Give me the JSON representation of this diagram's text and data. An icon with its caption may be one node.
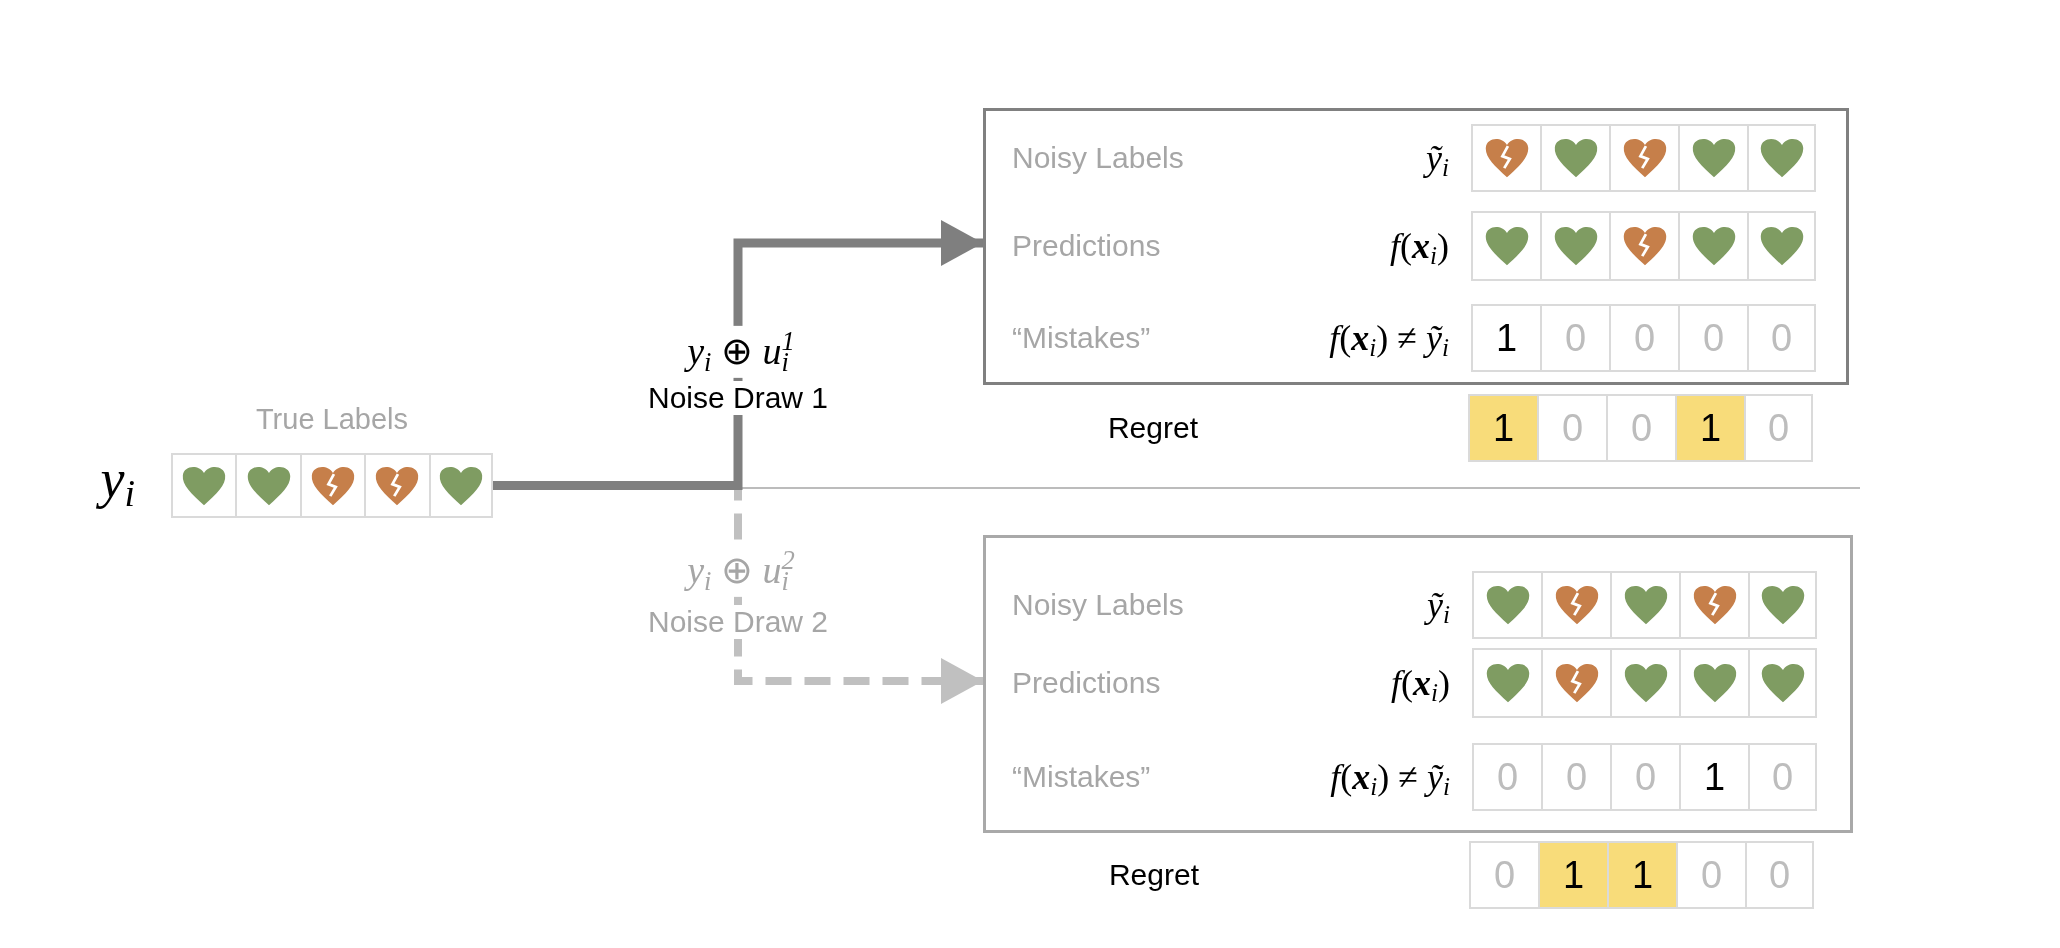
{
  "diagram": {
    "nodes": [
      {
        "text": [
          "True Labels"
        ],
        "beside": [
          "*y*$_{i}$"
        ]
      },
      {
        "text": [],
        "shape": "heart",
        "in": 0
      },
      {
        "text": [],
        "shape": "heart",
        "in": 0
      },
      {
        "text": [],
        "shape": "broken-heart",
        "in": 0
      },
      {
        "text": [],
        "shape": "broken-heart",
        "in": 0
      },
      {
        "text": [],
        "shape": "heart",
        "in": 0
      },
      {
        "text": [
          "Noisy Labels",
          "Predictions",
          "“Mistakes”"
        ]
      },
      {
        "text": [
          "*ỹ*$_{i}$"
        ],
        "in": 6
      },
      {
        "text": [],
        "shape": "broken-heart",
        "in": 7
      },
      {
        "text": [],
        "shape": "heart",
        "in": 7
      },
      {
        "text": [],
        "shape": "broken-heart",
        "in": 7
      },
      {
        "text": [],
        "shape": "heart",
        "in": 7
      },
      {
        "text": [],
        "shape": "heart",
        "in": 7
      },
      {
        "text": [
          "*f*(**x**$_{i}$)"
        ],
        "in": 6
      },
      {
        "text": [],
        "shape": "heart",
        "in": 13
      },
      {
        "text": [],
        "shape": "heart",
        "in": 13
      },
      {
        "text": [],
        "shape": "broken-heart",
        "in": 13
      },
      {
        "text": [],
        "shape": "heart",
        "in": 13
      },
      {
        "text": [],
        "shape": "heart",
        "in": 13
      },
      {
        "text": [
          "*f*(**x**$_{i}$) ≠ *ỹ*$_{i}$"
        ],
        "in": 6
      },
      {
        "text": [
          "1"
        ],
        "in": 19
      },
      {
        "text": [
          "0"
        ],
        "in": 19
      },
      {
        "text": [
          "0"
        ],
        "in": 19
      },
      {
        "text": [
          "0"
        ],
        "in": 19
      },
      {
        "text": [
          "0"
        ],
        "in": 19
      },
      {
        "text": [
          "Regret"
        ]
      },
      {
        "text": [
          "1"
        ],
        "in": 25
      },
      {
        "text": [
          "0"
        ],
        "in": 25
      },
      {
        "text": [
          "0"
        ],
        "in": 25
      },
      {
        "text": [
          "1"
        ],
        "in": 25
      },
      {
        "text": [
          "0"
        ],
        "in": 25
      },
      {
        "text": [
          "Noisy Labels",
          "Predictions",
          "“Mistakes”"
        ]
      },
      {
        "text": [
          "*ỹ*$_{i}$"
        ],
        "in": 31
      },
      {
        "text": [],
        "shape": "heart",
        "in": 32
      },
      {
        "text": [],
        "shape": "broken-heart",
        "in": 32
      },
      {
        "text": [],
        "shape": "heart",
        "in": 32
      },
      {
        "text": [],
        "shape": "broken-heart",
        "in": 32
      },
      {
        "text": [],
        "shape": "heart",
        "in": 32
      },
      {
        "text": [
          "*f*(**x**$_{i}$)"
        ],
        "in": 31
      },
      {
        "text": [],
        "shape": "heart",
        "in": 38
      },
      {
        "text": [],
        "shape": "broken-heart",
        "in": 38
      },
      {
        "text": [],
        "shape": "heart",
        "in": 38
      },
      {
        "text": [],
        "shape": "heart",
        "in": 38
      },
      {
        "text": [],
        "shape": "heart",
        "in": 38
      },
      {
        "text": [
          "*f*(**x**$_{i}$) ≠ *ỹ*$_{i}$"
        ],
        "in": 31
      },
      {
        "text": [
          "0"
        ],
        "in": 44
      },
      {
        "text": [
          "0"
        ],
        "in": 44
      },
      {
        "text": [
          "0"
        ],
        "in": 44
      },
      {
        "text": [
          "1"
        ],
        "in": 44
      },
      {
        "text": [
          "0"
        ],
        "in": 44
      },
      {
        "text": [
          "Regret"
        ]
      },
      {
        "text": [
          "0"
        ],
        "in": 50
      },
      {
        "text": [
          "1"
        ],
        "in": 50
      },
      {
        "text": [
          "1"
        ],
        "in": 50
      },
      {
        "text": [
          "0"
        ],
        "in": 50
      },
      {
        "text": [
          "0"
        ],
        "in": 50
      }
    ],
    "edges": [
      {
        "from": 0,
        "to": 6,
        "arrow": "to",
        "label": "*y*$_{i}$ ⊕ *u*$^{1}$$_{i}$"
      },
      {
        "from": 0,
        "to": 31,
        "arrow": "to",
        "label": "*y*$_{i}$ ⊕ *u*$^{2}$$_{i}$",
        "style": "dashed",
        "color": "#c0c0c0"
      }
    ],
    "labels": [
      "Noise Draw 1",
      "Noise Draw 2"
    ]
  }
}
